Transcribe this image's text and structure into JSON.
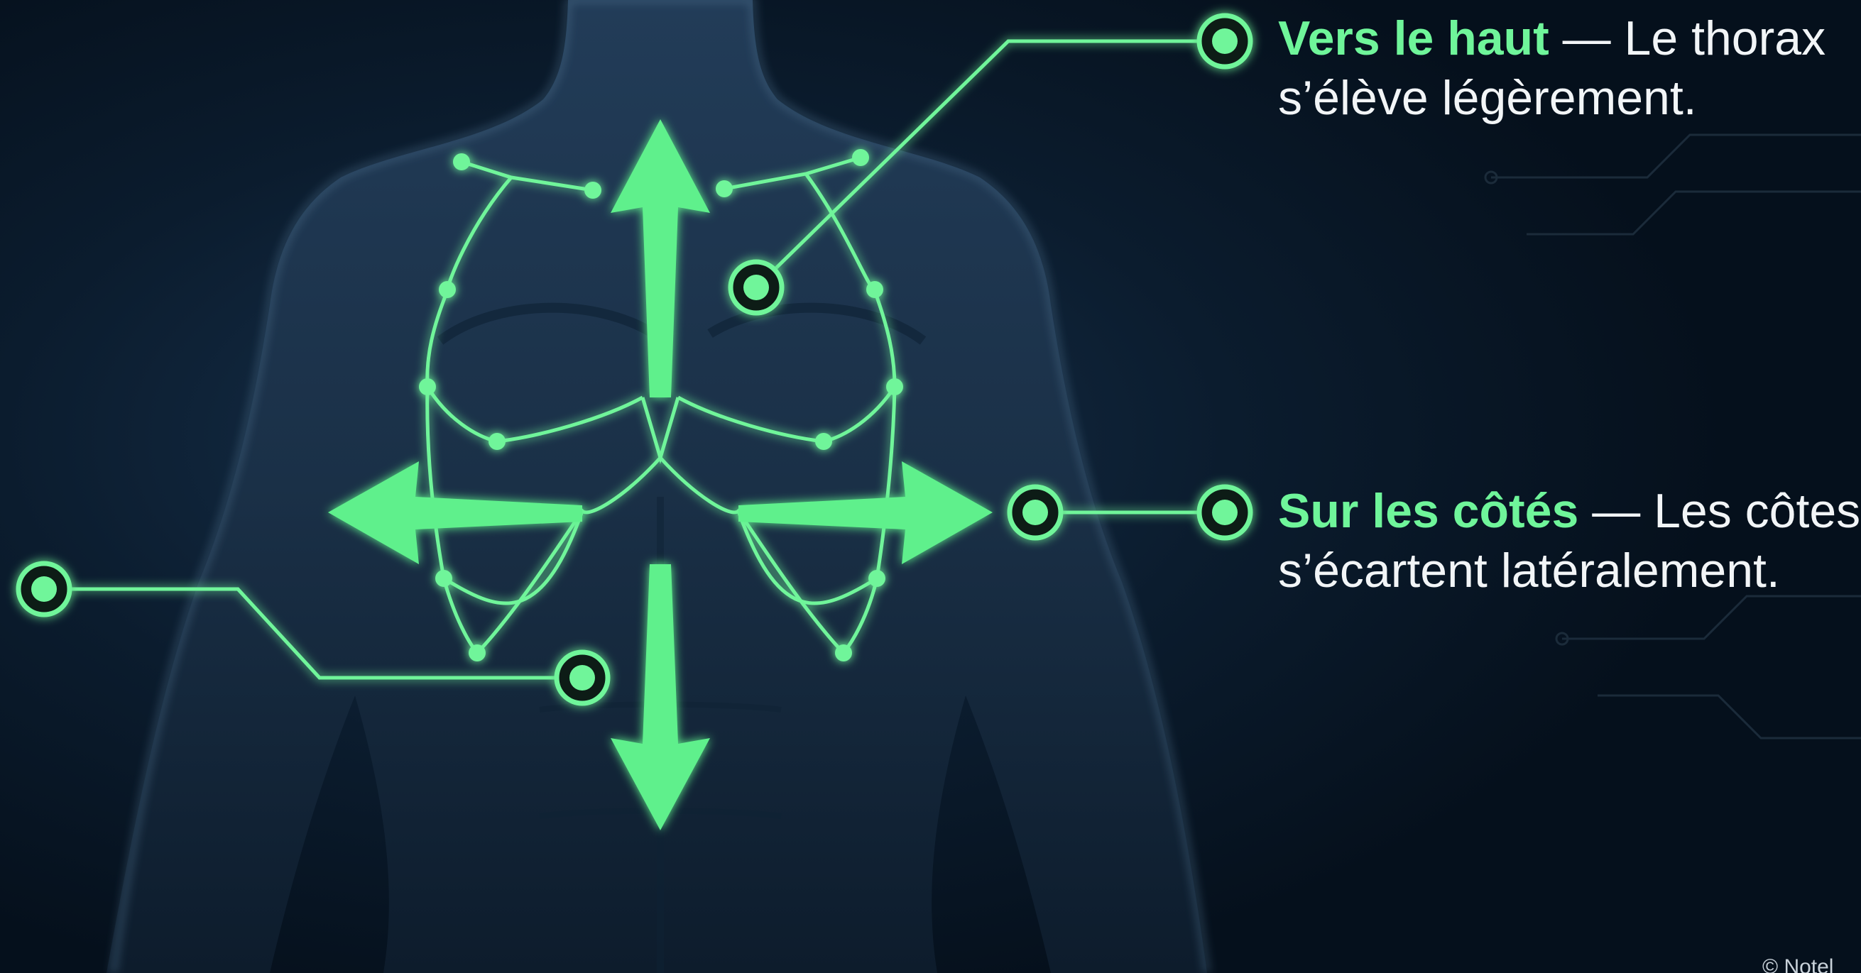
{
  "callouts": {
    "up": {
      "title": "Vers le haut",
      "separator": " — ",
      "line1_rest": "Le thorax",
      "line2": "s’élève légèrement."
    },
    "sides": {
      "title": "Sur les côtés",
      "separator": " — ",
      "line1_rest": "Les côtes",
      "line2": "s’écartent latéralement."
    }
  },
  "credit": "© Notel",
  "colors": {
    "background": "#05101c",
    "accent_green": "#6ff59a",
    "body_silhouette": "#1d3550",
    "text": "#f2f5f7"
  }
}
